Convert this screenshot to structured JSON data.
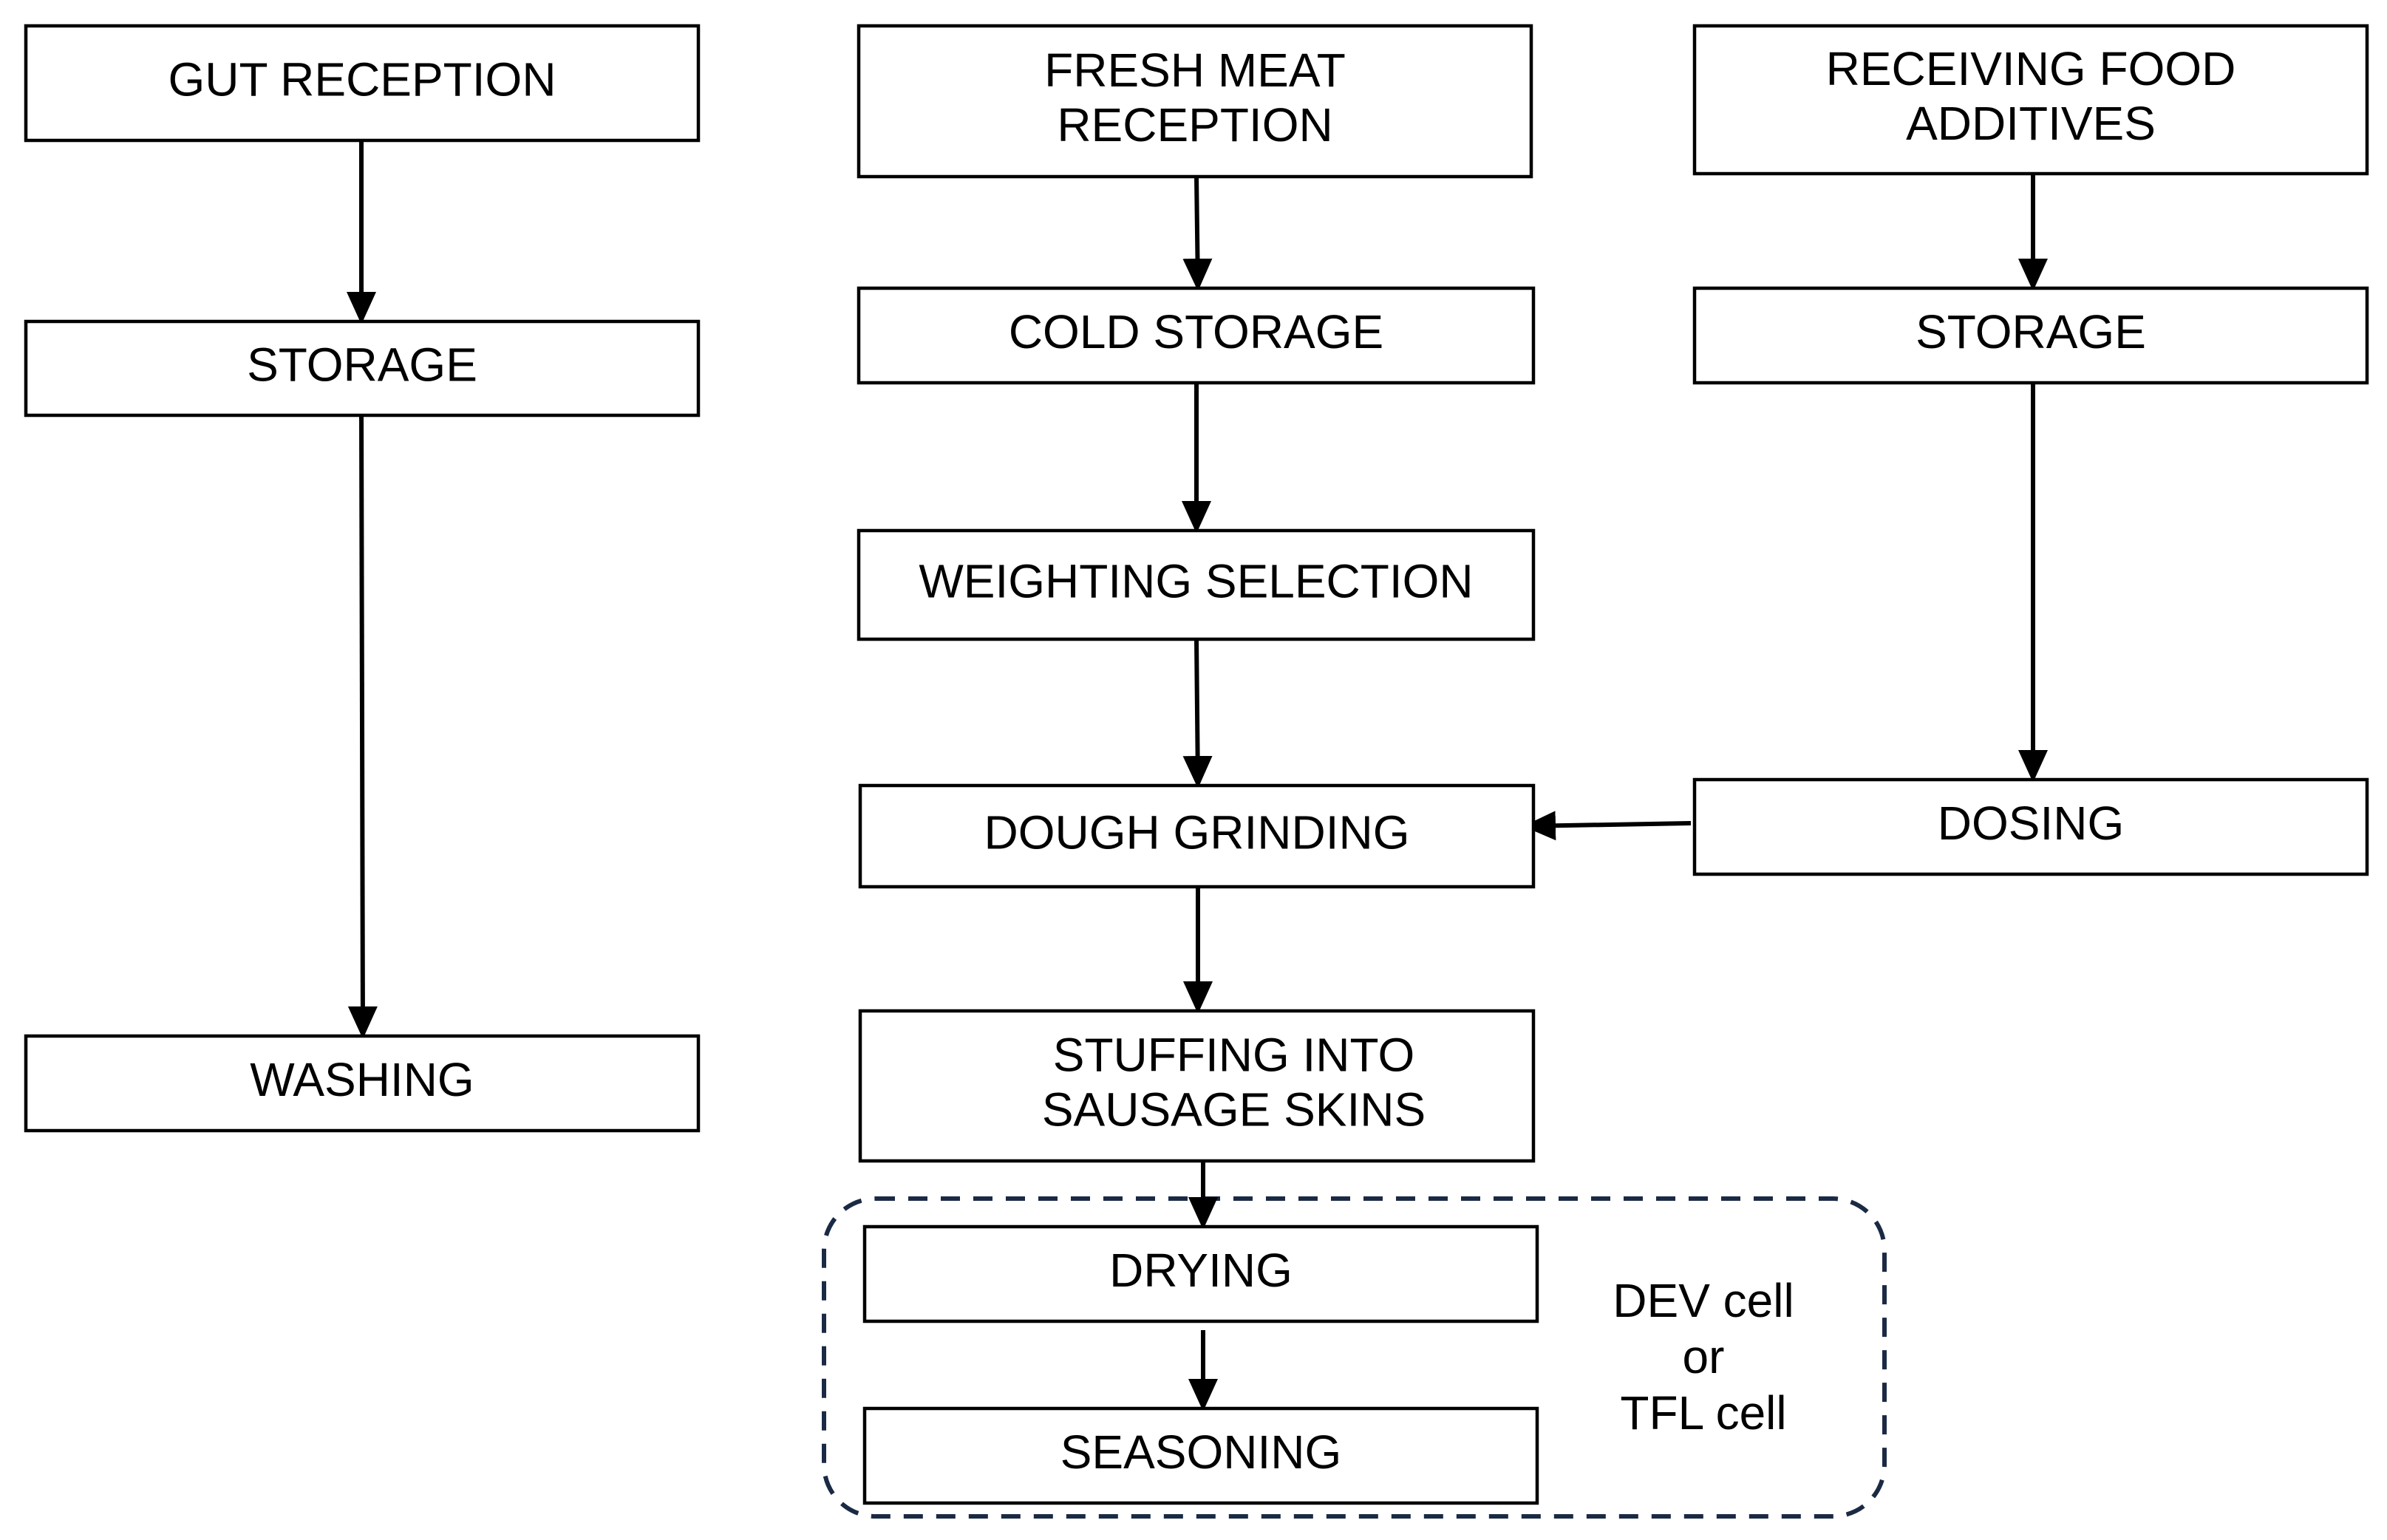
{
  "nodes": [
    {
      "id": "gut-reception",
      "lines": [
        "GUT RECEPTION"
      ]
    },
    {
      "id": "gut-storage",
      "lines": [
        "STORAGE"
      ]
    },
    {
      "id": "washing",
      "lines": [
        "WASHING"
      ]
    },
    {
      "id": "fresh-meat-reception",
      "lines": [
        "FRESH MEAT",
        "RECEPTION"
      ]
    },
    {
      "id": "cold-storage",
      "lines": [
        "COLD STORAGE"
      ]
    },
    {
      "id": "weighting-selection",
      "lines": [
        "WEIGHTING SELECTION"
      ]
    },
    {
      "id": "dough-grinding",
      "lines": [
        "DOUGH GRINDING"
      ]
    },
    {
      "id": "stuffing",
      "lines": [
        "STUFFING INTO",
        "SAUSAGE SKINS"
      ]
    },
    {
      "id": "drying",
      "lines": [
        "DRYING"
      ]
    },
    {
      "id": "seasoning",
      "lines": [
        "SEASONING"
      ]
    },
    {
      "id": "receiving-additives",
      "lines": [
        "RECEIVING FOOD",
        "ADDITIVES"
      ]
    },
    {
      "id": "additives-storage",
      "lines": [
        "STORAGE"
      ]
    },
    {
      "id": "dosing",
      "lines": [
        "DOSING"
      ]
    }
  ],
  "edges": [
    {
      "from": "gut-reception",
      "to": "gut-storage"
    },
    {
      "from": "gut-storage",
      "to": "washing"
    },
    {
      "from": "fresh-meat-reception",
      "to": "cold-storage"
    },
    {
      "from": "cold-storage",
      "to": "weighting-selection"
    },
    {
      "from": "weighting-selection",
      "to": "dough-grinding"
    },
    {
      "from": "dough-grinding",
      "to": "stuffing"
    },
    {
      "from": "stuffing",
      "to": "drying"
    },
    {
      "from": "drying",
      "to": "seasoning"
    },
    {
      "from": "receiving-additives",
      "to": "additives-storage"
    },
    {
      "from": "additives-storage",
      "to": "dosing"
    },
    {
      "from": "dosing",
      "to": "dough-grinding"
    }
  ],
  "group": {
    "members": [
      "drying",
      "seasoning"
    ],
    "note_lines": [
      "DEV cell",
      "or",
      "TFL cell"
    ],
    "border_color": "#1b2a44"
  }
}
